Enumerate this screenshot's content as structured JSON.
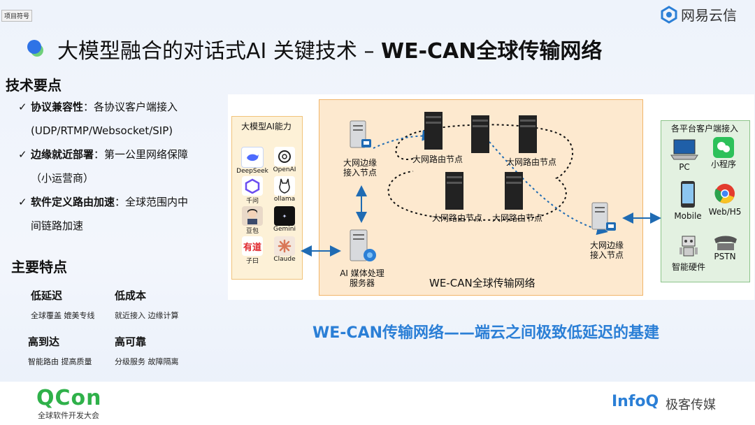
{
  "tag": "项目符号",
  "brand": "网易云信",
  "title": {
    "normal": "大模型融合的对话式AI 关键技术 – ",
    "bold": "WE-CAN全球传输网络"
  },
  "tech": {
    "heading": "技术要点",
    "items": [
      {
        "bold": "协议兼容性",
        "text": "：各协议客户端接入",
        "line2": "(UDP/RTMP/Websocket/SIP)"
      },
      {
        "bold": "边缘就近部署",
        "text": "：第一公里网络保障",
        "line2": "（小运营商）"
      },
      {
        "bold": "软件定义路由加速",
        "text": "：全球范围内中",
        "line2": "间链路加速"
      }
    ]
  },
  "features": {
    "heading": "主要特点",
    "items": [
      {
        "title": "低延迟",
        "desc": "全球覆盖  媲美专线"
      },
      {
        "title": "低成本",
        "desc": "就近接入  边缘计算"
      },
      {
        "title": "高到达",
        "desc": "智能路由  提高质量"
      },
      {
        "title": "高可靠",
        "desc": "分级服务  故障隔离"
      }
    ]
  },
  "diagram": {
    "ai_box": {
      "title": "大模型AI能力",
      "apps": [
        "DeepSeek",
        "OpenAI",
        "千问",
        "ollama",
        "豆包",
        "Gemini",
        "子曰",
        "Claude"
      ]
    },
    "network_label": "WE-CAN全球传输网络",
    "edge_node_in": "大网边缘\n接入节点",
    "edge_node_out": "大网边缘\n接入节点",
    "route_nodes": [
      "大网路由节点",
      "大网路由节点",
      "大网路由节点",
      "大网路由节点"
    ],
    "media_server": "AI 媒体处理\n服务器",
    "client_box": {
      "title": "各平台客户端接入",
      "clients": [
        "PC",
        "小程序",
        "Mobile",
        "Web/H5",
        "智能硬件",
        "PSTN"
      ]
    }
  },
  "caption": "WE-CAN传输网络——端云之间极致低延迟的基建",
  "footer": {
    "qcon": "QCon",
    "qcon_sub": "全球软件开发大会",
    "infoq": "InfoQ",
    "infoq_sub": "极客传媒"
  },
  "colors": {
    "accent_blue": "#2b7fd6",
    "orange_fill": "#fde9cf",
    "green_fill": "#e3f1e1",
    "qcon_green": "#2fb14a"
  }
}
